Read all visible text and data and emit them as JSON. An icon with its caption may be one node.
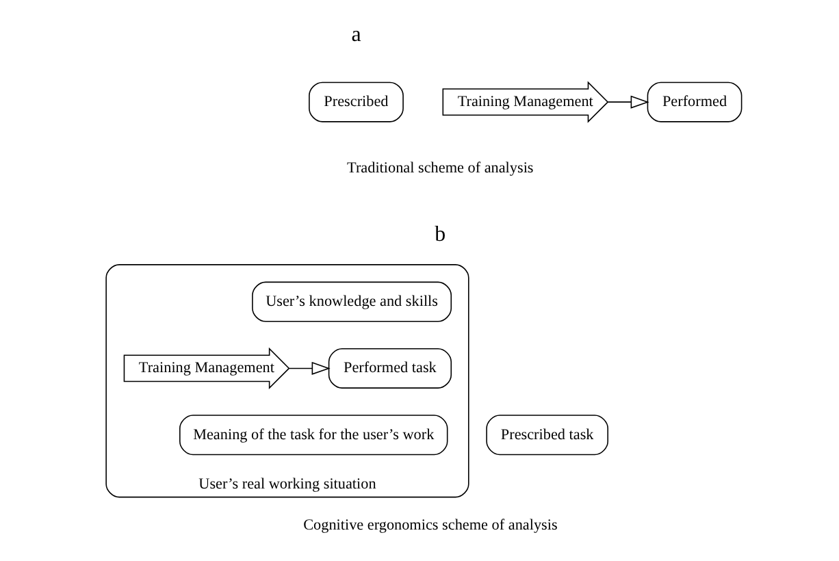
{
  "diagram": {
    "nodes": [
      {
        "text": [
          "Prescribed"
        ]
      },
      {
        "text": [
          "Training Management"
        ]
      },
      {
        "text": [
          "Performed"
        ]
      },
      {
        "text": [
          "Prescribed task"
        ]
      },
      {
        "text": [
          "User’s real working situation"
        ]
      },
      {
        "text": [
          "User’s knowledge and skills"
        ],
        "in": 4
      },
      {
        "text": [
          "Training Management"
        ],
        "in": 4
      },
      {
        "text": [
          "Performed task"
        ],
        "in": 4
      },
      {
        "text": [
          "Meaning of the task for the user’s work"
        ],
        "in": 4
      }
    ],
    "edges": [
      {
        "from": 1,
        "to": 2,
        "arrow": "to"
      },
      {
        "from": 6,
        "to": 7,
        "arrow": "to"
      }
    ],
    "labels": [
      "a",
      "Traditional scheme of analysis",
      "b",
      "Cognitive ergonomics scheme of analysis"
    ]
  }
}
